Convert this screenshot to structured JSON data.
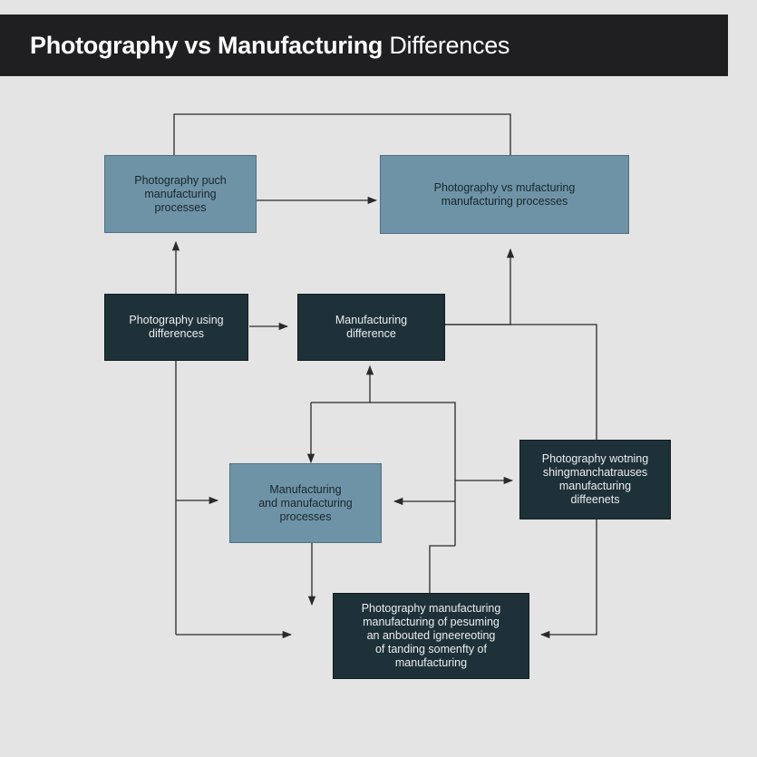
{
  "title": {
    "bold": "Photography vs Manufacturing",
    "light": " Differences"
  },
  "colors": {
    "background": "#e4e4e4",
    "title_bar": "#1f1f21",
    "node_light": "#6f93a6",
    "node_dark": "#1f3138",
    "connector": "#2a2a2a"
  },
  "nodes": {
    "n1": "Photography  puch\nmanufacturing\nprocesses",
    "n2": "Photography vs mufacturing\nmanufacturing processes",
    "n3": "Photography using\ndifferences",
    "n4": "Manufacturing\ndifference",
    "n5": "Manufacturing\nand manufacturing\nprocesses",
    "n6": "Photography wotning\nshingmanchatrauses\nmanufacturing\ndiffeenets",
    "n7": "Photography manufacturing\nmanufacturing of pesuming\nan anbouted igneereoting\nof tanding somenfty of\nmanufacturing"
  }
}
